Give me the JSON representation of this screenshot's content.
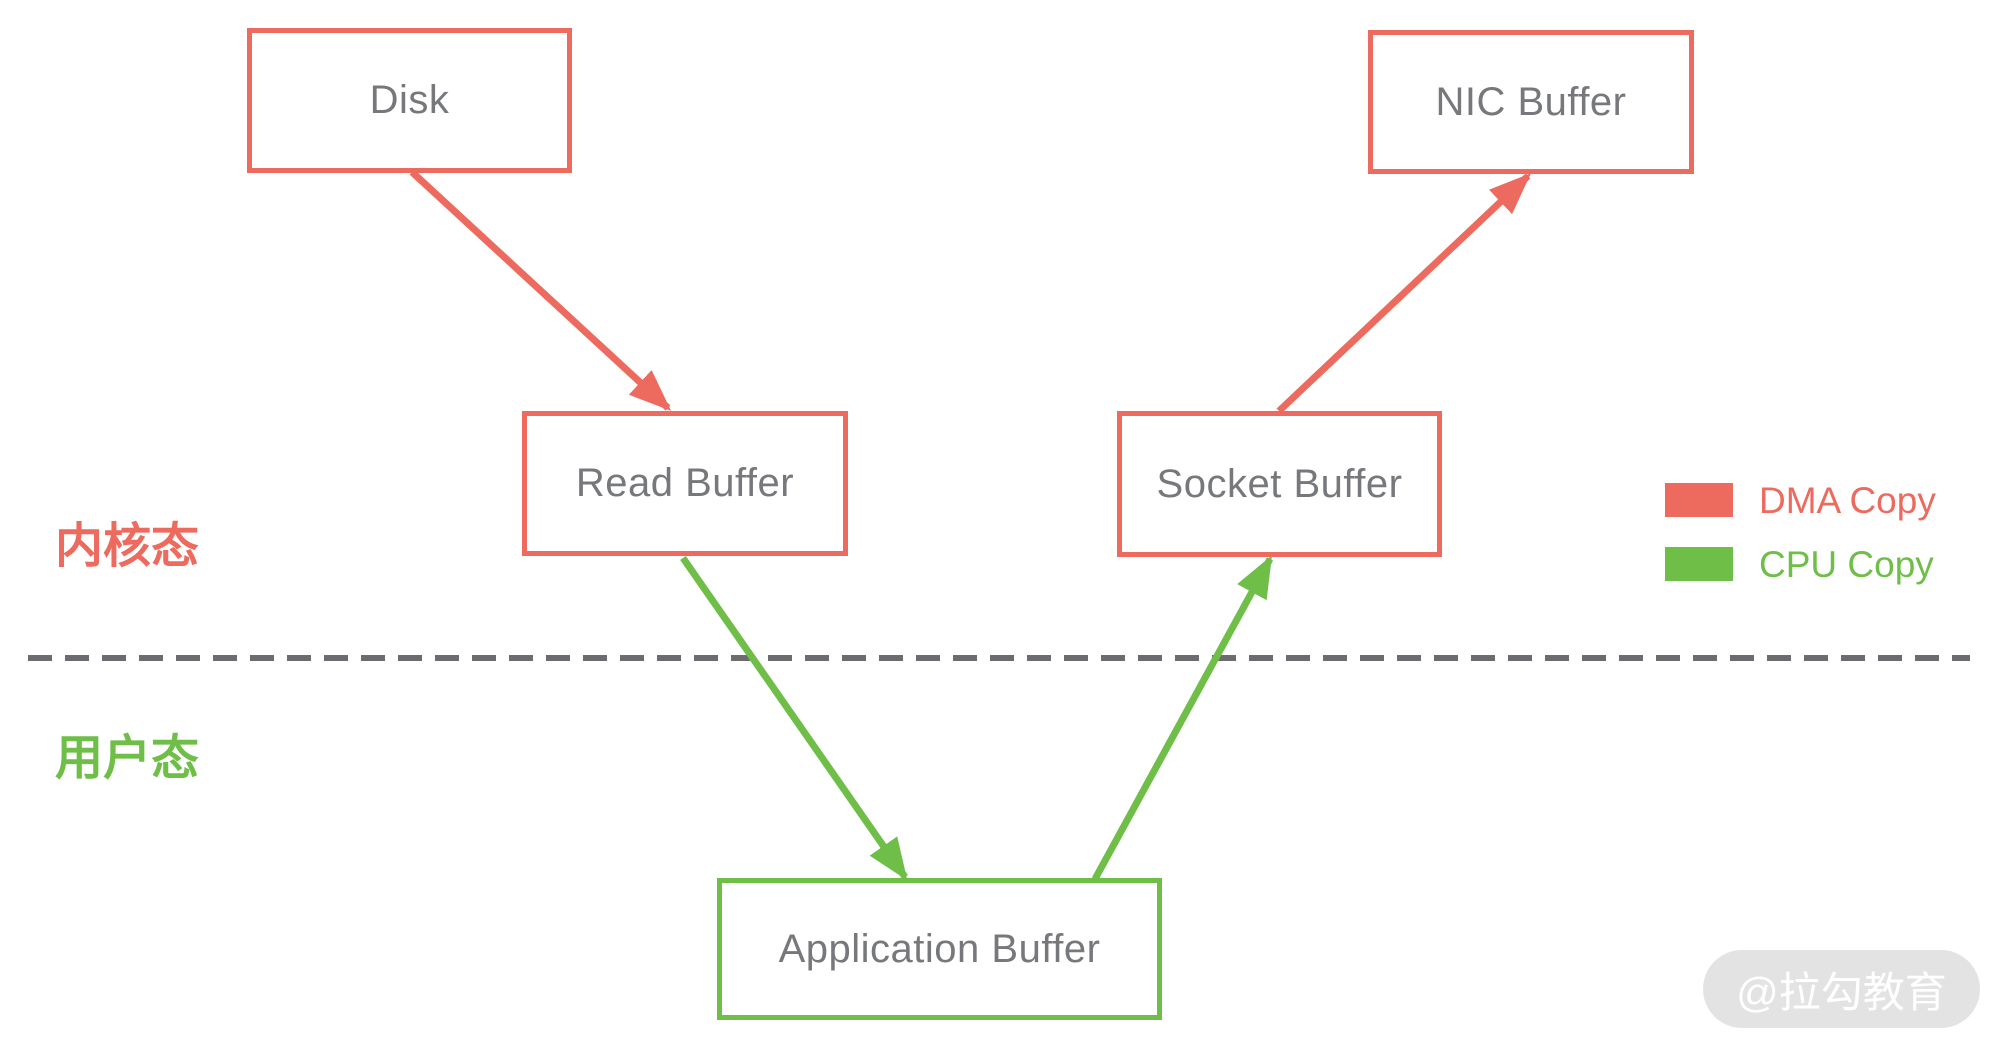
{
  "diagram": {
    "title_hint": "zero-copy data flow diagram",
    "nodes": [
      {
        "id": "disk",
        "label": "Disk"
      },
      {
        "id": "nic-buffer",
        "label": "NIC Buffer"
      },
      {
        "id": "read-buffer",
        "label": "Read Buffer"
      },
      {
        "id": "socket-buffer",
        "label": "Socket Buffer"
      },
      {
        "id": "application-buffer",
        "label": "Application Buffer"
      }
    ],
    "zones": {
      "kernel": {
        "label": "内核态",
        "color": "#ED6A5E"
      },
      "user": {
        "label": "用户态",
        "color": "#6EBE48"
      }
    },
    "edges": [
      {
        "from": "Disk",
        "to": "Read Buffer",
        "type": "DMA Copy",
        "color": "#ED6A5E"
      },
      {
        "from": "Read Buffer",
        "to": "Application Buffer",
        "type": "CPU Copy",
        "color": "#6EBE48"
      },
      {
        "from": "Application Buffer",
        "to": "Socket Buffer",
        "type": "CPU Copy",
        "color": "#6EBE48"
      },
      {
        "from": "Socket Buffer",
        "to": "NIC Buffer",
        "type": "DMA Copy",
        "color": "#ED6A5E"
      }
    ],
    "legend": {
      "items": [
        {
          "label": "DMA Copy",
          "color": "#ED6A5E"
        },
        {
          "label": "CPU Copy",
          "color": "#6EBE48"
        }
      ]
    },
    "divider": {
      "style": "dashed",
      "color": "#6B6B70"
    },
    "watermark": {
      "text": "@拉勾教育"
    },
    "colors": {
      "dma_red": "#ED6A5E",
      "cpu_green": "#6EBE48",
      "node_text_gray": "#77787B",
      "divider_gray": "#6B6B70",
      "watermark_bg": "#E3E3E3",
      "watermark_text": "#FFFFFF",
      "background": "#FFFFFF"
    }
  }
}
